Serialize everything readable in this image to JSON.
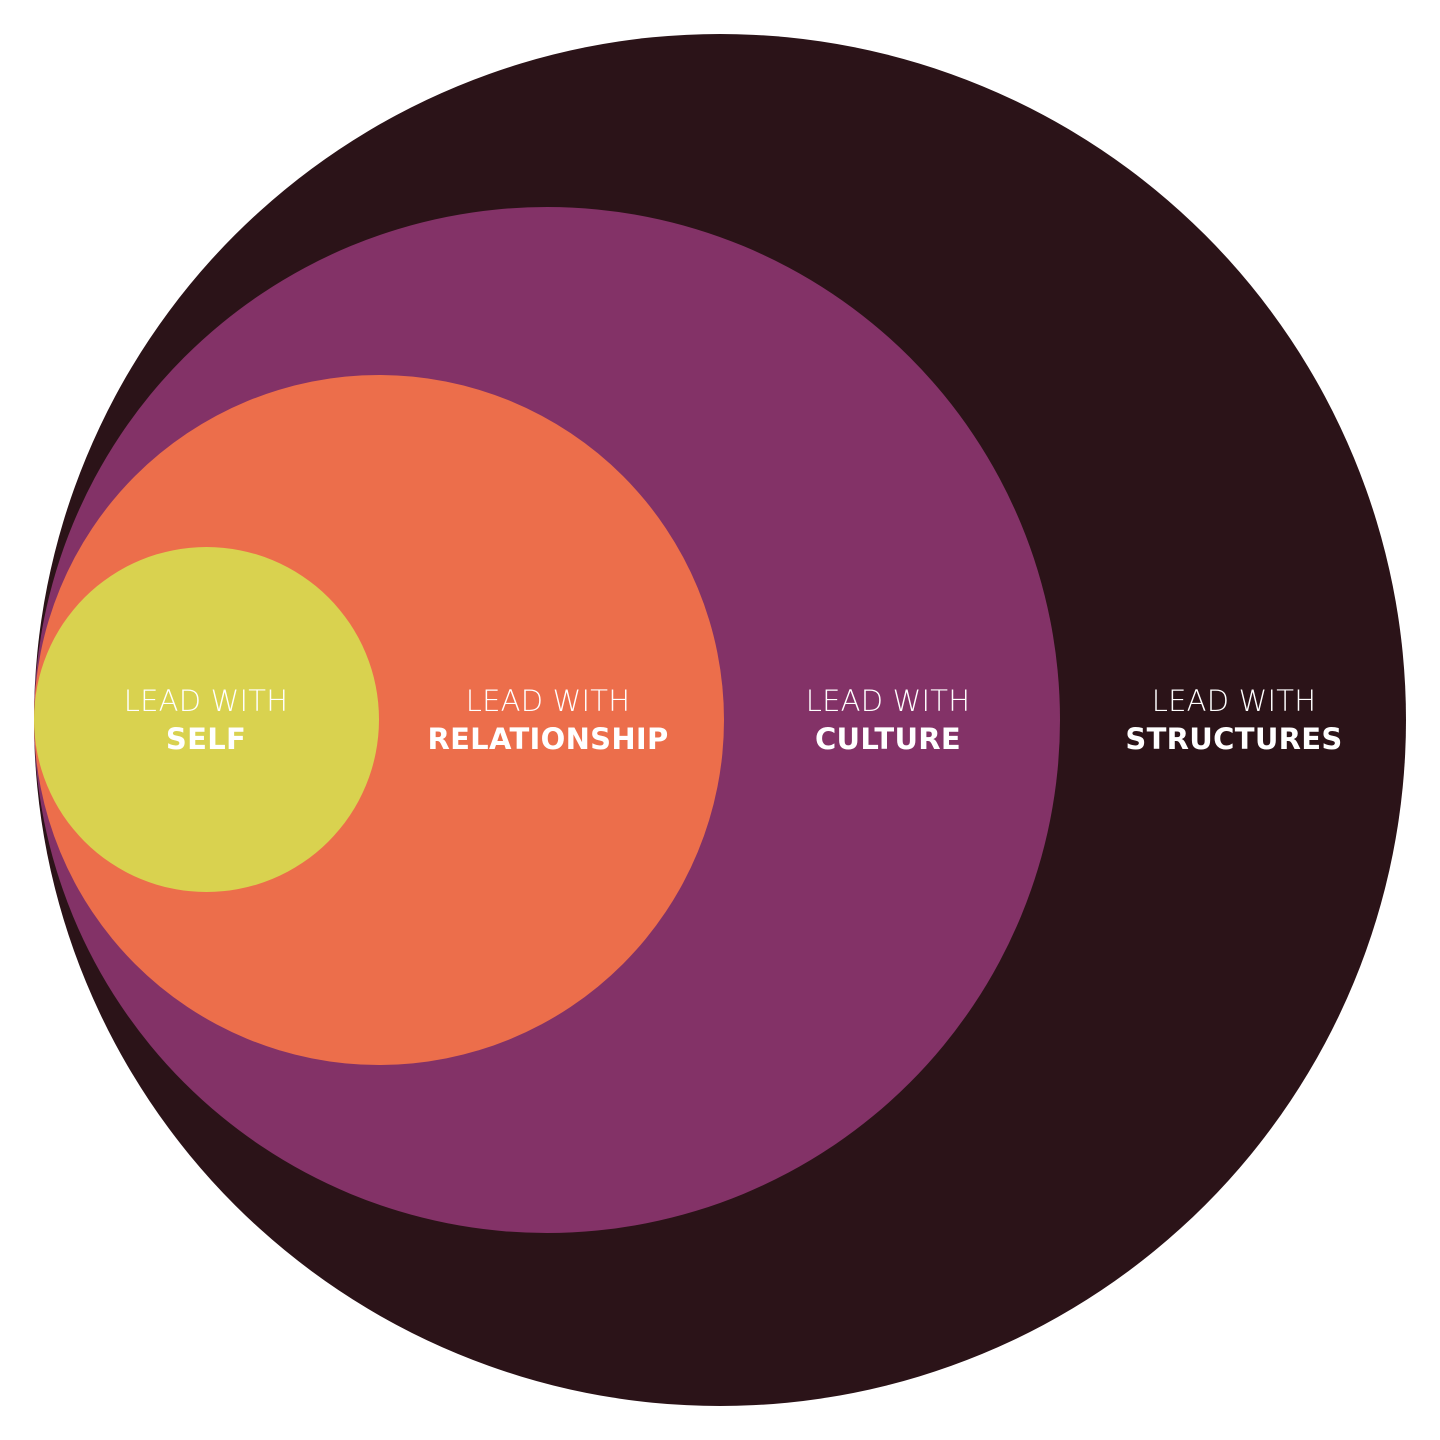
{
  "colors": {
    "structures": "#2b1318",
    "culture": "#833267",
    "relationship": "#ec6e4b",
    "self": "#d9d24f",
    "text": "#ffffff"
  },
  "rings": [
    {
      "prefix": "LEAD WITH",
      "name": "SELF"
    },
    {
      "prefix": "LEAD WITH",
      "name": "RELATIONSHIP"
    },
    {
      "prefix": "LEAD WITH",
      "name": "CULTURE"
    },
    {
      "prefix": "LEAD WITH",
      "name": "STRUCTURES"
    }
  ]
}
